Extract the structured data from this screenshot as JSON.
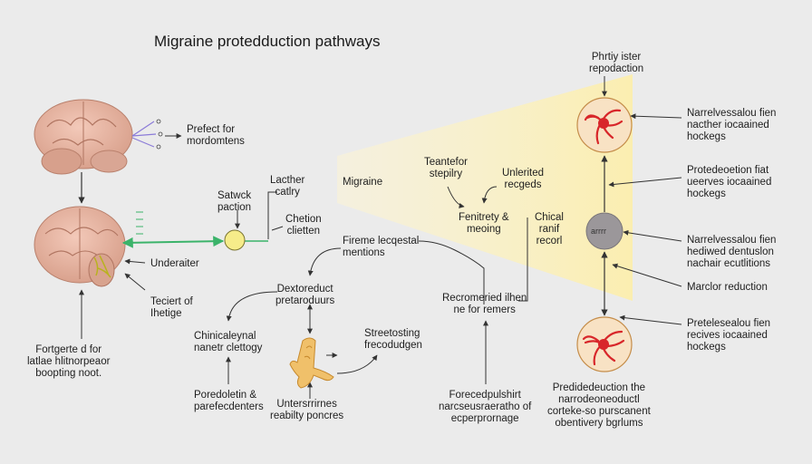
{
  "title": "Migraine protedduction pathways",
  "labels": {
    "top_right_title": "Phrtiy ister\nrepodaction",
    "prefect": "Prefect for\nmordomtens",
    "satwick": "Satwck\npaction",
    "lacther": "Lacther\ncatlry",
    "chetion": "Chetion\nclietten",
    "underaiter": "Underaiter",
    "teciert": "Teciert of\nIhetige",
    "fortgerte": "Fortgerte d for\nlatlae hlitnorpeaor\nboopting noot.",
    "fireme": "Fireme lecqestal\nmentions",
    "dextored": "Dextoreduct\npretaroduurs",
    "chinicale": "Chinicaleynal\nnanetr clettogy",
    "streetosting": "Streetosting\nfrecodudgen",
    "poredoletin": "Poredoletin &\nparefecdenters",
    "untersrrirnes": "Untersrrirnes\nreabilty poncres",
    "migraine": "Migraine",
    "teantefor": "Teantefor\nstepilry",
    "unlerited": "Unlerited\nrecgeds",
    "fenitrety": "Fenitrety &\nmeoing",
    "chical": "Chical\nranif\nrecorl",
    "recrometed": "Recromeried ilhen\nne for remers",
    "forecedpul": "Forecedpulshirt\nnarcseusraeratho of\necperprornage",
    "nanrelvessalou1": "Narrelvessalou fien\nnacther iocaained\nhockegs",
    "protedeoetion": "Protedeoetion fiat\nueerves iocaained\nhockegs",
    "nanrelvessalou2": "Narrelvessalou fien\nhediwed dentuslon\nnachair ecutlitions",
    "marclor": "Marclor reduction",
    "preteleesalou": "Pretelesealou fien\nrecives iocaained\nhockegs",
    "predidedeuction": "Predidedeuction the\nnarrodeoneoductl\ncorteke-so purscanent\nobentivery bgrlums",
    "node_gray": "arrrr"
  },
  "colors": {
    "background": "#ebebeb",
    "funnel": "#fbf0b8",
    "green_arrow": "#3bb36a",
    "node_fill": "#f8e2c4",
    "node_red": "#d8262a",
    "gray_node": "#9b979a",
    "brain": "#e9b4a2"
  }
}
